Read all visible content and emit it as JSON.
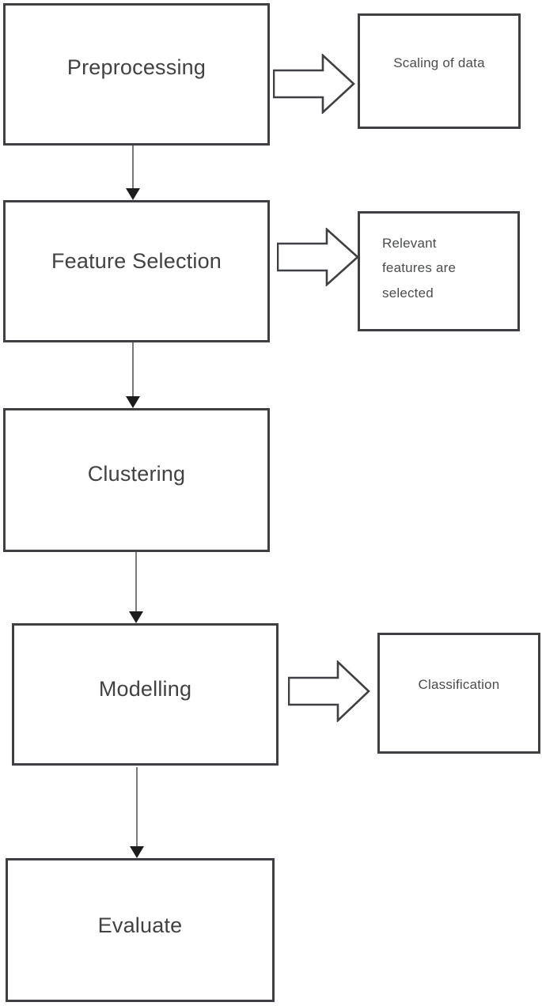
{
  "diagram": {
    "type": "flowchart",
    "orientation": "vertical",
    "colors": {
      "background": "#ffffff",
      "box_border": "#3e4043",
      "box_fill": "#ffffff",
      "main_text": "#424242",
      "side_text": "#4a4c4e",
      "connector_line": "#5a5a5a",
      "arrowhead": "#1c1c1c"
    },
    "steps": [
      {
        "id": "preprocessing",
        "label": "Preprocessing",
        "output": {
          "id": "scaling-of-data",
          "label": "Scaling of data"
        }
      },
      {
        "id": "feature-selection",
        "label": "Feature Selection",
        "output": {
          "id": "relevant-features",
          "label": "Relevant features are selected"
        }
      },
      {
        "id": "clustering",
        "label": "Clustering",
        "output": null
      },
      {
        "id": "modelling",
        "label": "Modelling",
        "output": {
          "id": "classification",
          "label": "Classification"
        }
      },
      {
        "id": "evaluate",
        "label": "Evaluate",
        "output": null
      }
    ],
    "connections": [
      {
        "from": "preprocessing",
        "to": "feature-selection",
        "style": "thin-arrow-down"
      },
      {
        "from": "feature-selection",
        "to": "clustering",
        "style": "thin-arrow-down"
      },
      {
        "from": "clustering",
        "to": "modelling",
        "style": "thin-arrow-down"
      },
      {
        "from": "modelling",
        "to": "evaluate",
        "style": "thin-arrow-down"
      },
      {
        "from": "preprocessing",
        "to": "scaling-of-data",
        "style": "block-arrow-right"
      },
      {
        "from": "feature-selection",
        "to": "relevant-features",
        "style": "block-arrow-right"
      },
      {
        "from": "modelling",
        "to": "classification",
        "style": "block-arrow-right"
      }
    ]
  }
}
